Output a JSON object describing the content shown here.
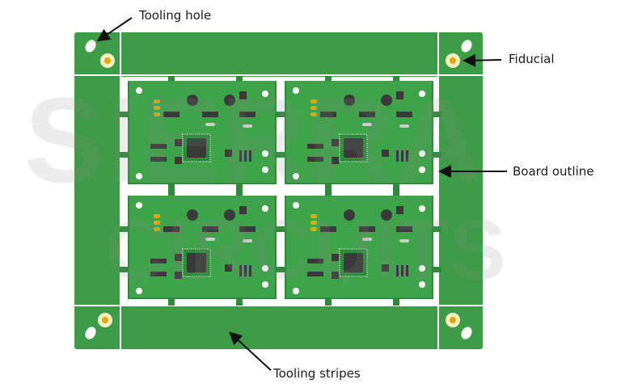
{
  "watermark": {
    "line1": "SIERRA",
    "line2": "CIRCUITS"
  },
  "labels": {
    "tooling_hole": "Tooling hole",
    "fiducial": "Fiducial",
    "board_outline": "Board outline",
    "tooling_stripes": "Tooling stripes"
  },
  "colors": {
    "panel": "#3e9b48",
    "board": "#3fa34a",
    "board_dark": "#2f8a3b",
    "chip": "#3a3a3a",
    "fiducial": "#e0a800",
    "fiducial_ring": "#f6f0c0",
    "divider": "#ffffff"
  },
  "boards_count": 4
}
